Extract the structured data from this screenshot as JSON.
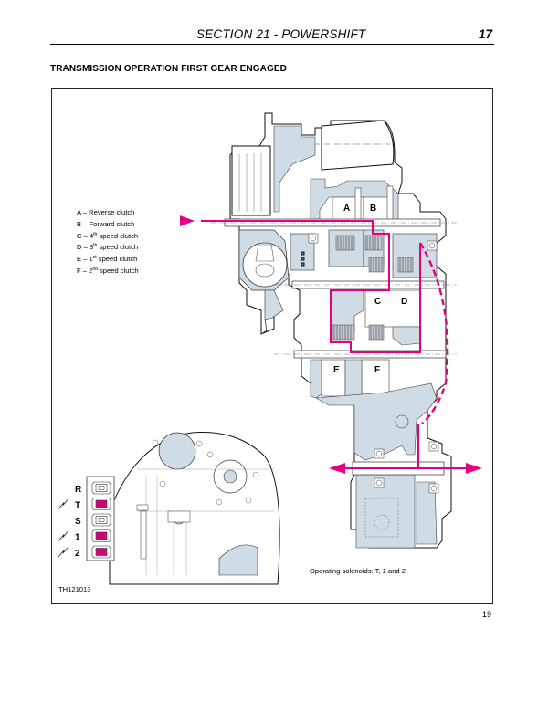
{
  "header": {
    "section_title": "SECTION 21 -  POWERSHIFT",
    "page_number": "17"
  },
  "section_heading": "TRANSMISSION OPERATION FIRST GEAR ENGAGED",
  "legend": {
    "items": [
      {
        "letter": "A",
        "text": "Reverse clutch",
        "sup": "",
        "suffix": ""
      },
      {
        "letter": "B",
        "text": "Forward clutch",
        "sup": "",
        "suffix": ""
      },
      {
        "letter": "C",
        "text": "4",
        "sup": "th",
        "suffix": " speed clutch"
      },
      {
        "letter": "D",
        "text": "3",
        "sup": "th",
        "suffix": " speed clutch"
      },
      {
        "letter": "E",
        "text": "1",
        "sup": "st",
        "suffix": " speed clutch"
      },
      {
        "letter": "F",
        "text": "2",
        "sup": "nd",
        "suffix": " speed clutch"
      }
    ],
    "dash": " – "
  },
  "diagram": {
    "clutch_labels": [
      "A",
      "B",
      "C",
      "D",
      "E",
      "F"
    ],
    "power_flow_color": "#e6007e",
    "housing_fill": "#cfdbe5",
    "solenoids": [
      {
        "label": "R",
        "energized": false
      },
      {
        "label": "T",
        "energized": true
      },
      {
        "label": "S",
        "energized": false
      },
      {
        "label": "1",
        "energized": true
      },
      {
        "label": "2",
        "energized": true
      }
    ],
    "energized_color": "#e6007e"
  },
  "operating_note": "Operating solenoids: T, 1 and 2",
  "figure_id": "TH121013",
  "footer_page": "19"
}
